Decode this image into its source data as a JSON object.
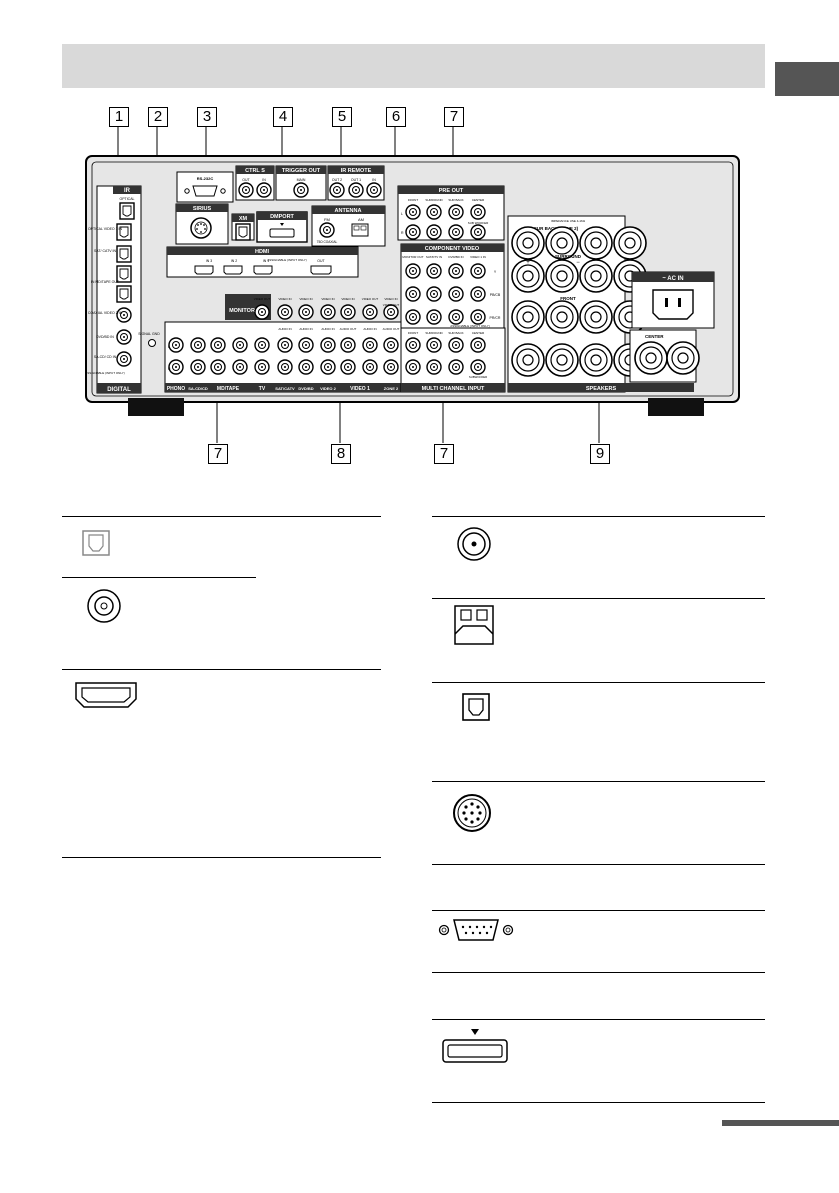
{
  "callouts": [
    "1",
    "2",
    "3",
    "4",
    "5",
    "6",
    "7",
    "7",
    "8",
    "7",
    "9"
  ],
  "panel": {
    "ir": "IR",
    "optical": "OPTICAL",
    "rs232c": "RS-232C",
    "ctrl_s": "CTRL S",
    "trigger_out": "TRIGGER OUT",
    "ir_remote": "IR REMOTE",
    "out": "OUT",
    "in": "IN",
    "main": "MAIN",
    "out2": "OUT 2",
    "out1": "OUT 1",
    "sirius": "SIRIUS",
    "xm": "XM",
    "dmport": "DMPORT",
    "antenna": "ANTENNA",
    "fm": "FM",
    "am": "AM",
    "coaxial": "75Ω COAXIAL",
    "hdmi": "HDMI",
    "hdmi_in1": "IN 1",
    "hdmi_in2": "IN 2",
    "hdmi_in3": "IN 3",
    "hdmi_assign": "ASSIGNABLE (INPUT ONLY)",
    "hdmi_out": "OUT",
    "pre_out": "PRE OUT",
    "pre_cols": [
      "FRONT",
      "SURROUND",
      "SUR BACK",
      "CENTER"
    ],
    "subwoofer": "SUB WOOFER",
    "component_video": "COMPONENT VIDEO",
    "cv_cols": [
      "MONITOR OUT",
      "SAT/DTV IN",
      "DVD/BD IN",
      "VIDEO 1 IN"
    ],
    "cv_rows": [
      "Y",
      "PB/CB",
      "PR/CR"
    ],
    "cv_assign": "ASSIGNABLE (INPUT ONLY)",
    "sur_back_zone": "SUR BACK (ZONE 2)",
    "impedance": "IMPEDANCE USE 4-16Ω",
    "surround": "SURROUND",
    "front": "FRONT",
    "center": "CENTER",
    "speakers": "SPEAKERS",
    "ac_in": "~ AC IN",
    "digital_labels": [
      "OPTICAL VIDEO 1 IN",
      "SAT/ CATV IN",
      "IN MD/TAPE OUT",
      "COAXIAL VIDEO 2 IN",
      "DVD/BD IN",
      "SA-CD/ CD IN",
      "ASSIGNABLE (INPUT ONLY)"
    ],
    "digital": "DIGITAL",
    "monitor": "MONITOR",
    "signal_gnd": "SIGNAL GND",
    "bottom_groups": [
      "PHONO",
      "SA-CD/CD",
      "MD/TAPE",
      "TV",
      "SAT/CATV",
      "DVD/BD",
      "VIDEO 2",
      "VIDEO 1",
      "ZONE 2",
      "MULTI CHANNEL INPUT"
    ],
    "video_labels": [
      "VIDEO OUT",
      "VIDEO IN",
      "VIDEO IN",
      "VIDEO IN",
      "VIDEO IN",
      "VIDEO OUT",
      "VIDEO IN",
      "VIDEO OUT"
    ],
    "audio_labels": [
      "AUDIO IN",
      "AUDIO IN",
      "AUDIO IN",
      "AUDIO OUT",
      "AUDIO IN",
      "AUDIO OUT"
    ],
    "r": "R",
    "l": "L",
    "plus": "+",
    "minus": "−",
    "multi_cols": [
      "FRONT",
      "SURROUND",
      "SUR BACK",
      "CENTER"
    ],
    "multi_sub": "SUBWOOFER"
  }
}
